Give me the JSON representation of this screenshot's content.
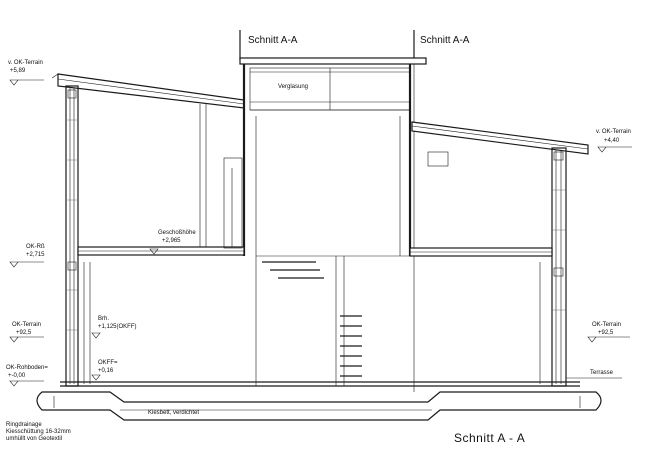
{
  "drawing": {
    "title": "Schnitt A - A",
    "section_marks": [
      "Schnitt A-A",
      "Schnitt A-A"
    ],
    "glazing_label": "Verglasung",
    "left_levels": [
      {
        "name": "v. OK-Terrain",
        "value": "+5,89"
      },
      {
        "name": "OK-Rß",
        "value": "+2,715"
      },
      {
        "name": "OK-Terrain",
        "value": "+92,5"
      },
      {
        "name": "OK-Rohboden=",
        "value": "+-0,00"
      }
    ],
    "right_levels": [
      {
        "name": "v. OK-Terrain",
        "value": "+4,40"
      },
      {
        "name": "OK-Terrain",
        "value": "+92,5"
      }
    ],
    "inner_levels": [
      {
        "name": "Geschoßhöhe",
        "value": "+2,965"
      },
      {
        "name": "Brh.",
        "value": "+1,125(OKFF)"
      },
      {
        "name": "OKFF=",
        "value": "+0,16"
      }
    ],
    "terrace_label": "Terrasse",
    "foundation_label": "Kiesbett, verdichtet",
    "drainage_notes": [
      "Ringdrainage",
      "Kiesschüttung 16-32mm",
      "umhüllt von Geotextil"
    ]
  }
}
